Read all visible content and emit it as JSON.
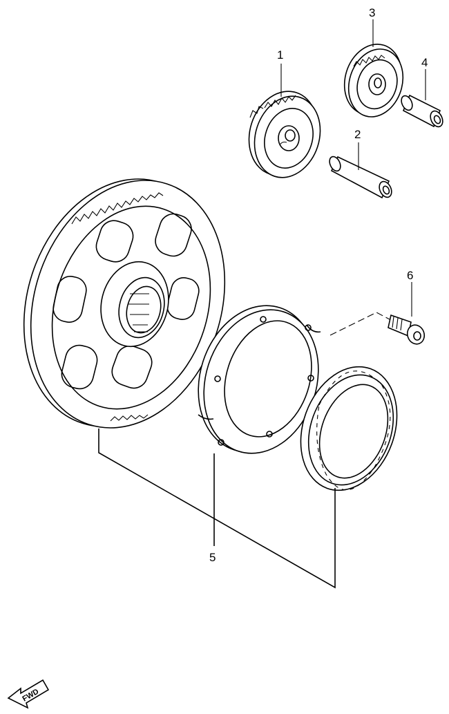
{
  "callouts": [
    {
      "id": "1",
      "label": "1",
      "part": "starter-idle-gear-no1"
    },
    {
      "id": "2",
      "label": "2",
      "part": "idle-gear-shaft-no1"
    },
    {
      "id": "3",
      "label": "3",
      "part": "starter-idle-gear-no2"
    },
    {
      "id": "4",
      "label": "4",
      "part": "idle-gear-shaft-no2"
    },
    {
      "id": "5",
      "label": "5",
      "part": "starter-clutch-assembly"
    },
    {
      "id": "6",
      "label": "6",
      "part": "bolt"
    }
  ],
  "fwd_label": "FWD",
  "colors": {
    "line": "#000000",
    "background": "#ffffff"
  }
}
